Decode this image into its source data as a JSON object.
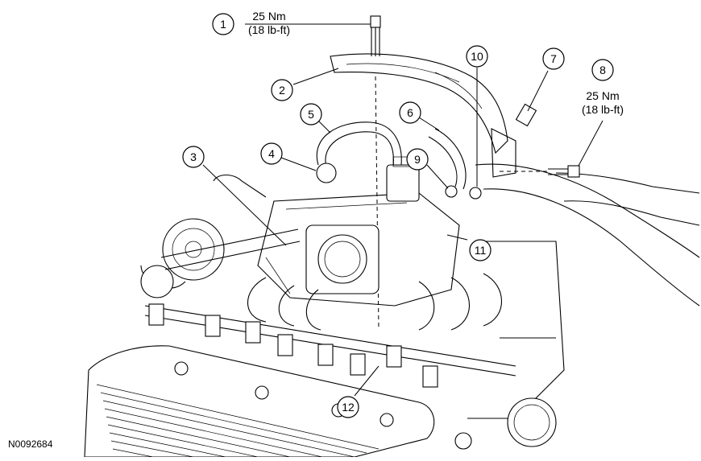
{
  "figure_id": "N0092684",
  "torque_specs": [
    {
      "line1": "25 Nm",
      "line2": "(18 lb-ft)"
    },
    {
      "line1": "25 Nm",
      "line2": "(18 lb-ft)"
    }
  ],
  "callouts": [
    {
      "label": "1"
    },
    {
      "label": "2"
    },
    {
      "label": "3"
    },
    {
      "label": "4"
    },
    {
      "label": "5"
    },
    {
      "label": "6"
    },
    {
      "label": "7"
    },
    {
      "label": "8"
    },
    {
      "label": "9"
    },
    {
      "label": "10"
    },
    {
      "label": "11"
    },
    {
      "label": "12"
    }
  ]
}
